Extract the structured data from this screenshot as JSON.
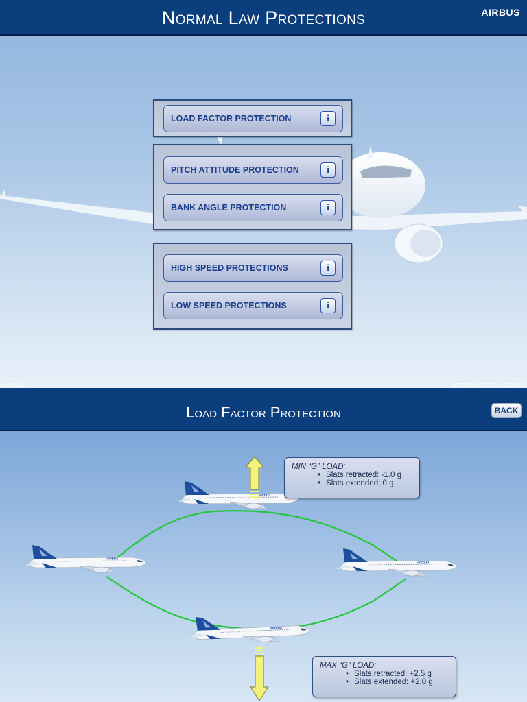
{
  "slide1": {
    "title": "Normal Law Protections",
    "brand": "AIRBUS",
    "footer_left": "A320/A330",
    "footer_right": "XFTDN1000PROT01 – OCT 2018",
    "groups": [
      {
        "items": [
          {
            "label": "LOAD FACTOR PROTECTION",
            "info": "i"
          }
        ]
      },
      {
        "items": [
          {
            "label": "PITCH ATTITUDE PROTECTION",
            "info": "i"
          },
          {
            "label": "BANK ANGLE  PROTECTION",
            "info": "i"
          }
        ]
      },
      {
        "items": [
          {
            "label": "HIGH SPEED PROTECTIONS",
            "info": "i"
          },
          {
            "label": "LOW SPEED PROTECTIONS",
            "info": "i"
          }
        ]
      }
    ]
  },
  "slide2": {
    "title": "Load Factor Protection",
    "back_label": "BACK",
    "min_note": {
      "title": "MIN “G” LOAD:",
      "items": [
        "Slats retracted: -1.0 g",
        "Slats extended:  0 g"
      ]
    },
    "max_note": {
      "title": "MAX “G” LOAD:",
      "items": [
        "Slats retracted: +2.5 g",
        "Slats extended: +2.0 g"
      ]
    },
    "colors": {
      "path": "#22c83a",
      "arrow": "#f3f27a",
      "tail": "#1d4e9b"
    }
  }
}
